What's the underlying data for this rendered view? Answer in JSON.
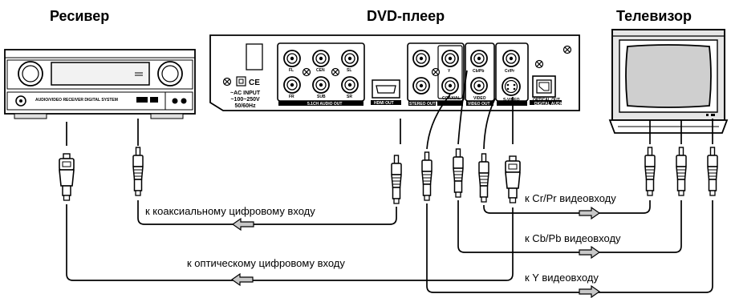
{
  "devices": {
    "receiver": "Ресивер",
    "dvd_player": "DVD-плеер",
    "tv": "Телевизор"
  },
  "receiver_panel": {
    "model_text": "AUDIO/VIDEO RECEIVER DIGITAL SYSTEM"
  },
  "dvd_panel": {
    "ac_input": [
      "~AC INPUT",
      "~100~250V",
      "50/60Hz"
    ],
    "audio_51_label": "5.1CH AUDIO OUT",
    "audio_51_jacks": [
      "FL",
      "CEN",
      "SL",
      "FR",
      "SUB",
      "SR"
    ],
    "hdmi_label": "HDMI OUT",
    "stereo_label": "STEREO OUT",
    "coaxial_label": "COAXIAL",
    "component_labels": [
      "Y",
      "Cb/Pb",
      "Cr/Pr"
    ],
    "video_label": "VIDEO",
    "video_out_label": "VIDEO OUT",
    "svideo_label": "S-VIDEO",
    "optical_label": "OPTICAL OUT",
    "digital_audio_label": "DIGITAL AUDIO"
  },
  "connections": {
    "coaxial": "к коаксиальному цифровому входу",
    "optical": "к оптическому цифровому входу",
    "cr_pr": "к Cr/Pr видеовходу",
    "cb_pb": "к Cb/Pb видеовходу",
    "y": "к Y видеовходу"
  },
  "colors": {
    "line": "#000000",
    "arrow_fill": "#c8c8c8",
    "tv_body": "#e6e6e6",
    "screen": "#cfcfcf"
  }
}
